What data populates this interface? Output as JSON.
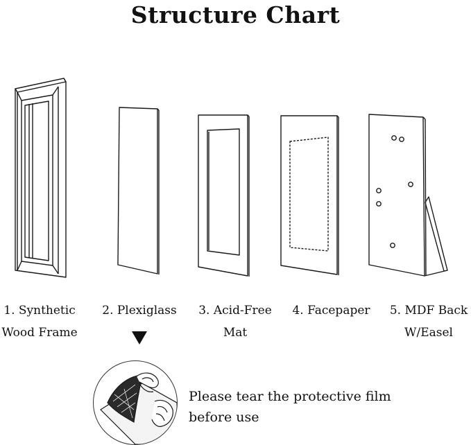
{
  "title": "Structure Chart",
  "components": [
    {
      "line1": "1. Synthetic",
      "line2": "Wood Frame",
      "icon": "wood-frame-icon"
    },
    {
      "line1": "2. Plexiglass",
      "line2": "",
      "icon": "plexiglass-sheet-icon"
    },
    {
      "line1": "3. Acid-Free",
      "line2": "Mat",
      "icon": "mat-board-icon"
    },
    {
      "line1": "4. Facepaper",
      "line2": "",
      "icon": "facepaper-icon"
    },
    {
      "line1": "5. MDF Back",
      "line2": "W/Easel",
      "icon": "mdf-back-easel-icon"
    }
  ],
  "note": {
    "line1": "Please tear the protective film",
    "line2": "before use",
    "icon": "peeling-film-hand-icon"
  },
  "colors": {
    "line": "#1a1a1a",
    "background": "#ffffff"
  }
}
